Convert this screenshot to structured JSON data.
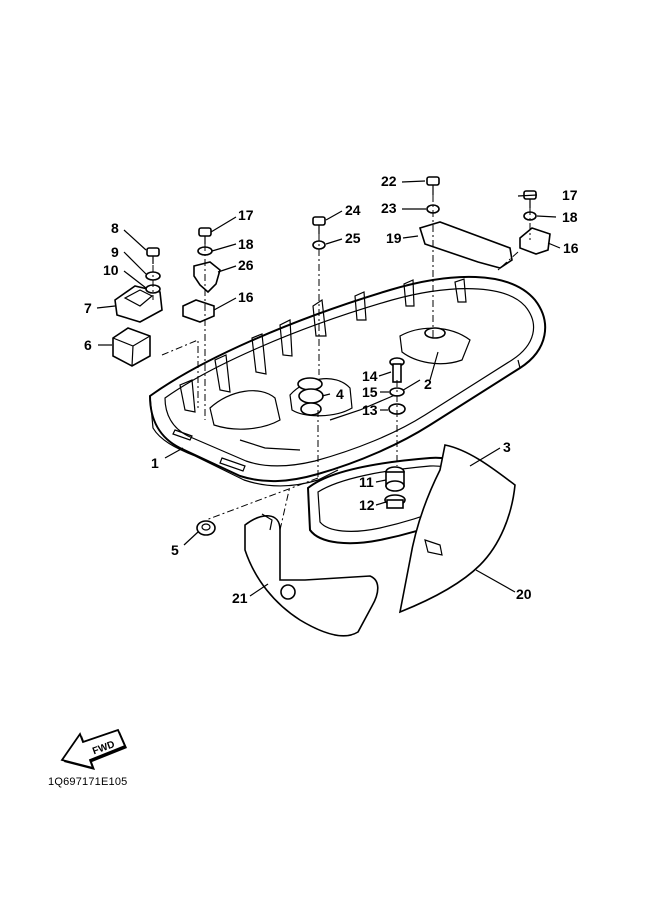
{
  "diagram_code": "1Q697171E105",
  "fwd_label": "FWD",
  "callouts": [
    {
      "id": "c1",
      "text": "1"
    },
    {
      "id": "c2",
      "text": "2"
    },
    {
      "id": "c3",
      "text": "3"
    },
    {
      "id": "c4",
      "text": "4"
    },
    {
      "id": "c5",
      "text": "5"
    },
    {
      "id": "c6",
      "text": "6"
    },
    {
      "id": "c7",
      "text": "7"
    },
    {
      "id": "c8",
      "text": "8"
    },
    {
      "id": "c9",
      "text": "9"
    },
    {
      "id": "c10",
      "text": "10"
    },
    {
      "id": "c11",
      "text": "11"
    },
    {
      "id": "c12",
      "text": "12"
    },
    {
      "id": "c13",
      "text": "13"
    },
    {
      "id": "c14",
      "text": "14"
    },
    {
      "id": "c15",
      "text": "15"
    },
    {
      "id": "c16a",
      "text": "16"
    },
    {
      "id": "c16b",
      "text": "16"
    },
    {
      "id": "c17a",
      "text": "17"
    },
    {
      "id": "c17b",
      "text": "17"
    },
    {
      "id": "c18a",
      "text": "18"
    },
    {
      "id": "c18b",
      "text": "18"
    },
    {
      "id": "c19",
      "text": "19"
    },
    {
      "id": "c20",
      "text": "20"
    },
    {
      "id": "c21",
      "text": "21"
    },
    {
      "id": "c22",
      "text": "22"
    },
    {
      "id": "c23",
      "text": "23"
    },
    {
      "id": "c24",
      "text": "24"
    },
    {
      "id": "c25",
      "text": "25"
    },
    {
      "id": "c26",
      "text": "26"
    }
  ]
}
